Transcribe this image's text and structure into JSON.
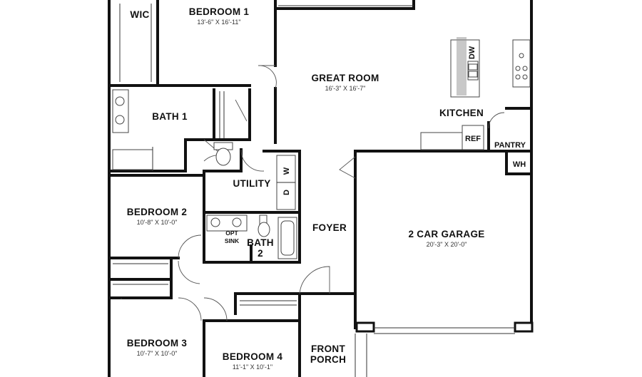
{
  "plan": {
    "rooms": {
      "wic": {
        "name": "WIC"
      },
      "bedroom1": {
        "name": "BEDROOM 1",
        "dims": "13'-6\" X 16'-11\""
      },
      "great_room": {
        "name": "GREAT ROOM",
        "dims": "16'-3\" X 16'-7\""
      },
      "kitchen": {
        "name": "KITCHEN"
      },
      "bath1": {
        "name": "BATH 1"
      },
      "utility": {
        "name": "UTILITY"
      },
      "bedroom2": {
        "name": "BEDROOM 2",
        "dims": "10'-8\" X 10'-0\""
      },
      "opt_sink_line1": {
        "name": "OPT"
      },
      "opt_sink_line2": {
        "name": "SINK"
      },
      "bath2_line1": {
        "name": "BATH"
      },
      "bath2_line2": {
        "name": "2"
      },
      "foyer": {
        "name": "FOYER"
      },
      "garage": {
        "name": "2 CAR GARAGE",
        "dims": "20'-3\" X 20'-0\""
      },
      "bedroom3": {
        "name": "BEDROOM 3",
        "dims": "10'-7\" X 10'-0\""
      },
      "bedroom4": {
        "name": "BEDROOM 4",
        "dims": "11'-1\" X 10'-1\""
      },
      "porch_line1": {
        "name": "FRONT"
      },
      "porch_line2": {
        "name": "PORCH"
      }
    },
    "fixtures": {
      "dw": "DW",
      "ref": "REF",
      "pantry": "PANTRY",
      "wh": "WH",
      "washer": "W",
      "dryer": "D"
    }
  }
}
